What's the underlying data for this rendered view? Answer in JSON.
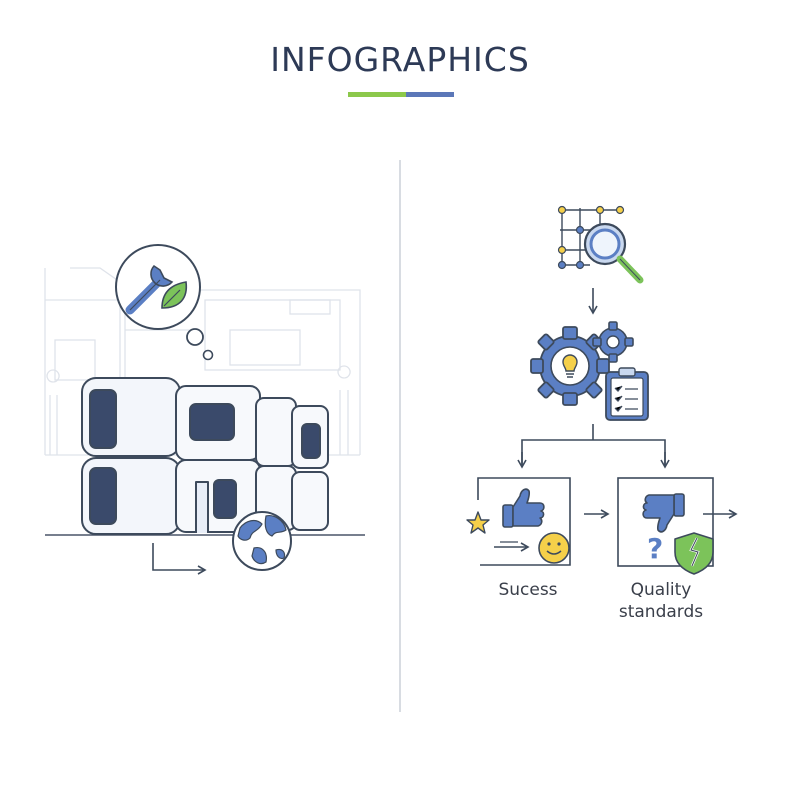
{
  "header": {
    "title": "INFOGRAPHICS"
  },
  "colors": {
    "accent_green": "#8cc84b",
    "accent_blue": "#5b77b8",
    "navy": "#2d3a56",
    "outline": "#3d4a5c",
    "fill_blue": "#5b7fc4",
    "fill_light_blue": "#c9d8ef",
    "yellow": "#f5d04a",
    "green": "#7cc35a",
    "divider": "#d8dce2"
  },
  "left_panel": {
    "icons": [
      "wrench-icon",
      "leaf-icon",
      "globe-icon",
      "building-modules"
    ]
  },
  "right_panel": {
    "icons": [
      "grid-search-icon",
      "gear-lightbulb-icon",
      "clipboard-icon",
      "thumbs-up-icon",
      "star-icon",
      "smiley-icon",
      "thumbs-down-icon",
      "question-icon",
      "broken-shield-icon"
    ],
    "outcomes": [
      {
        "label": "Sucess"
      },
      {
        "label": "Quality standards"
      }
    ]
  }
}
